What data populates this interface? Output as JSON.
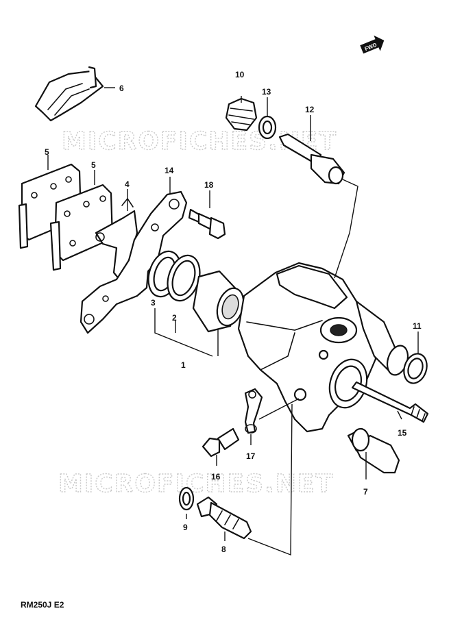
{
  "diagram": {
    "watermark_text": "MICROFICHES.NET",
    "model_code": "RM250J  E2",
    "direction_marker": "FWD",
    "callouts": {
      "c1": "1",
      "c2": "2",
      "c3": "3",
      "c4": "4",
      "c5a": "5",
      "c5b": "5",
      "c6": "6",
      "c7": "7",
      "c8": "8",
      "c9": "9",
      "c10": "10",
      "c11": "11",
      "c12": "12",
      "c13": "13",
      "c14": "14",
      "c15": "15",
      "c16": "16",
      "c17": "17",
      "c18": "18"
    }
  }
}
